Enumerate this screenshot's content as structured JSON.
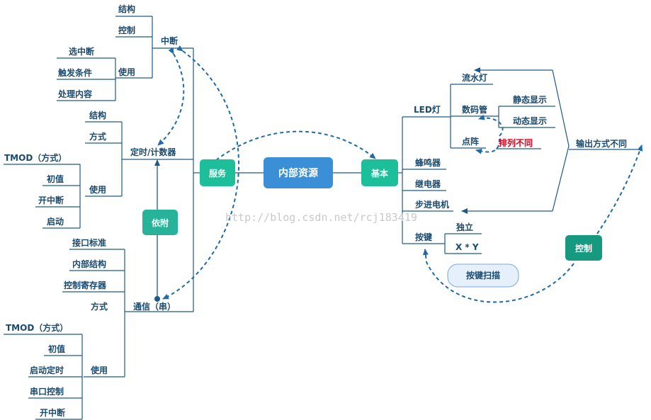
{
  "center": "内部资源",
  "branches": {
    "service": "服务",
    "basic": "基本",
    "depend": "依附",
    "control": "控制"
  },
  "left": {
    "interrupt": {
      "label": "中断",
      "structure": "结构",
      "control": "控制",
      "use": "使用",
      "use_items": [
        "选中断",
        "触发条件",
        "处理内容"
      ]
    },
    "timer": {
      "label": "定时/计数器",
      "structure": "结构",
      "mode": "方式",
      "use": "使用",
      "use_items": [
        "TMOD（方式）",
        "初值",
        "开中断",
        "启动"
      ]
    },
    "serial": {
      "label": "通信（串）",
      "items": [
        "接口标准",
        "内部结构",
        "控制寄存器",
        "方式"
      ],
      "use": "使用",
      "use_items": [
        "TMOD（方式）",
        "初值",
        "启动定时",
        "串口控制",
        "开中断"
      ]
    }
  },
  "right": {
    "led": {
      "label": "LED灯",
      "children": [
        "流水灯",
        "数码管",
        "点阵"
      ],
      "digit_children": [
        "静态显示",
        "动态显示"
      ],
      "note": "排列不同"
    },
    "buzzer": "蜂鸣器",
    "relay": "继电器",
    "stepper": "步进电机",
    "keys": {
      "label": "按键",
      "children": [
        "独立",
        "X * Y"
      ],
      "bubble": "按键扫描"
    },
    "output_note": "输出方式不同"
  },
  "watermark": "http://blog.csdn.net/rcj183419",
  "colors": {
    "center_box": "#3a8fd6",
    "teal_box": "#1dbf9a",
    "depend_box": "#26b39a",
    "control_box": "#159a7f",
    "line": "#1f5a84",
    "note_red": "#e0001b"
  }
}
